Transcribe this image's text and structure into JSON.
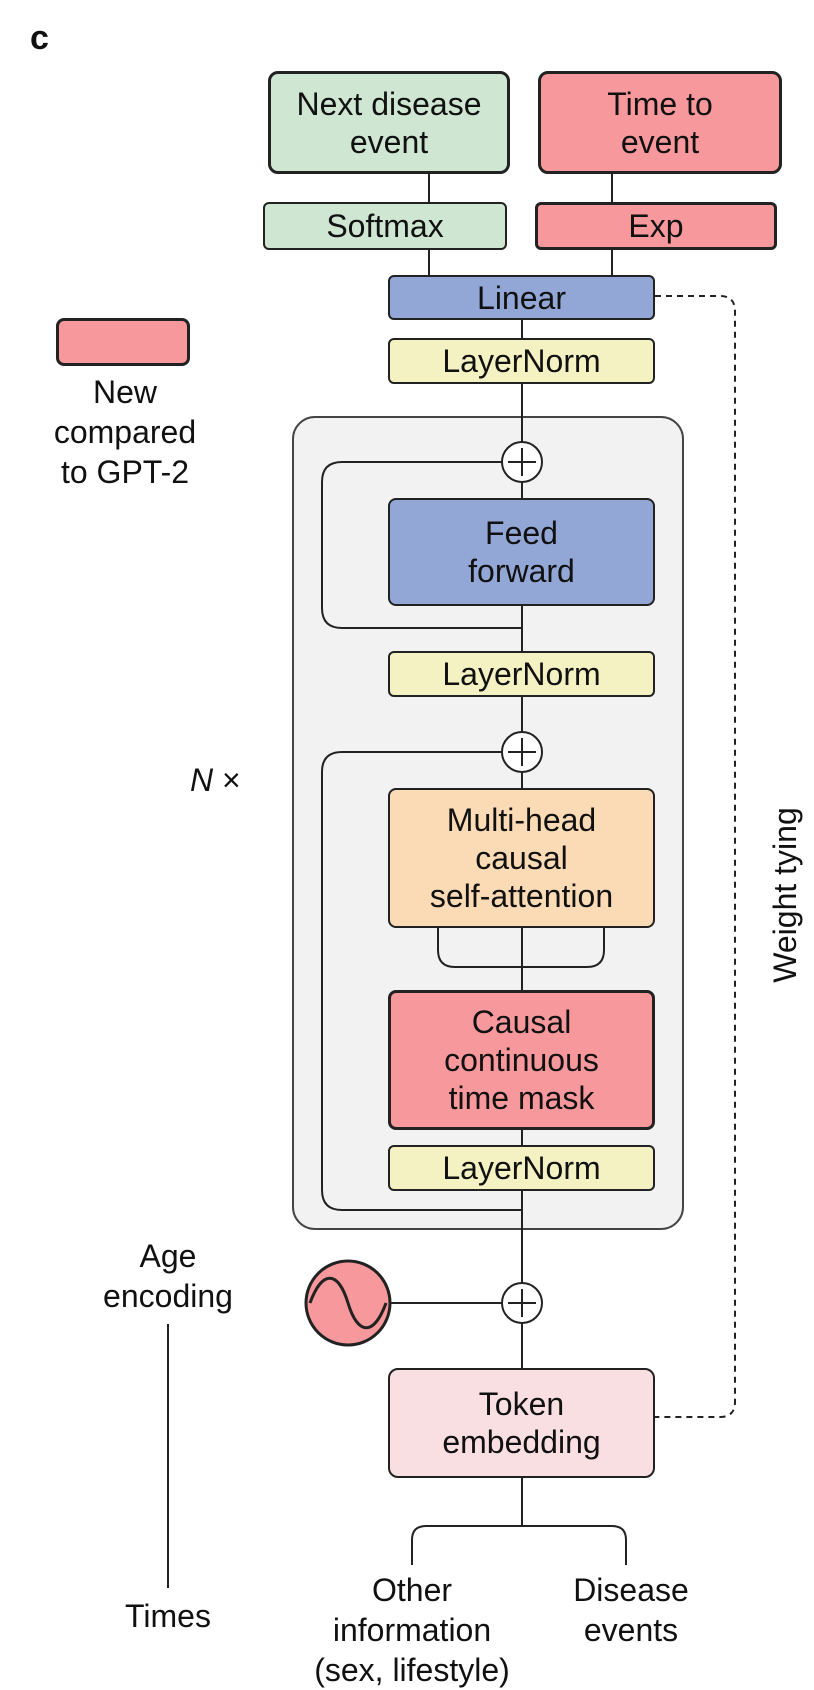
{
  "panel_label": "c",
  "colors": {
    "green": "#cfe6d3",
    "red": "#f7999c",
    "blue": "#93a7d6",
    "yellow": "#f4f2c3",
    "orange": "#fbdbb5",
    "pink": "#fadfe2",
    "panel_bg": "#f2f2f2"
  },
  "boxes": {
    "next_event": "Next disease\nevent",
    "time_to_event": "Time to\nevent",
    "softmax": "Softmax",
    "exp": "Exp",
    "linear": "Linear",
    "layernorm_top": "LayerNorm",
    "feed_forward": "Feed\nforward",
    "layernorm_mid": "LayerNorm",
    "attention": "Multi-head\ncausal\nself-attention",
    "time_mask": "Causal\ncontinuous\ntime mask",
    "layernorm_bottom": "LayerNorm",
    "token_embedding": "Token\nembedding"
  },
  "legend": {
    "label": "New\ncompared\nto GPT-2"
  },
  "repeat": {
    "prefix": "N",
    "suffix": " ×"
  },
  "weight_tying": "Weight tying",
  "inputs": {
    "age_encoding": "Age\nencoding",
    "times": "Times",
    "other_information": "Other\ninformation\n(sex, lifestyle)",
    "disease_events": "Disease\nevents"
  }
}
